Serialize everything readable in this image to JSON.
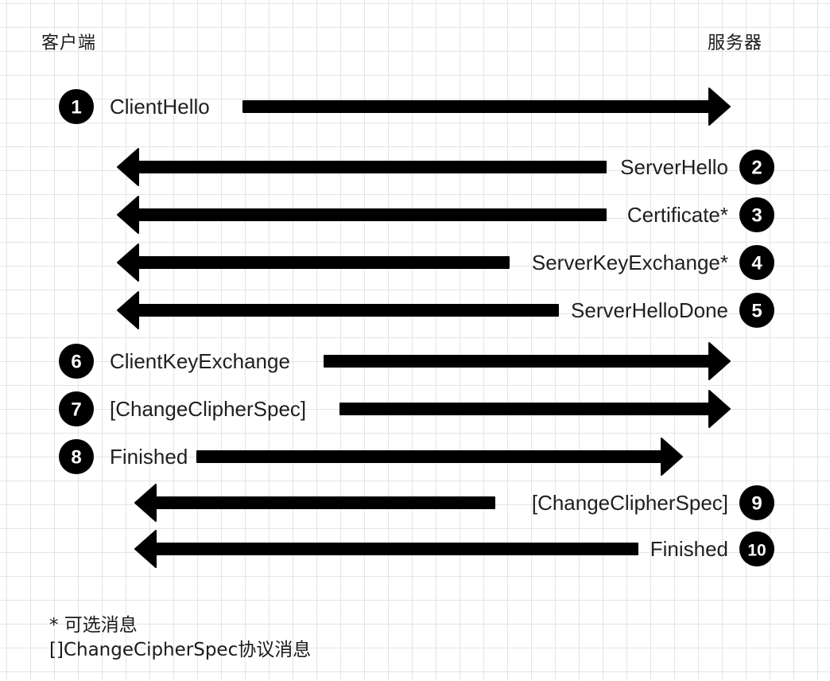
{
  "header": {
    "client": "客户端",
    "server": "服务器"
  },
  "messages": [
    {
      "step": "1",
      "label": "ClientHello",
      "direction": "client-to-server"
    },
    {
      "step": "2",
      "label": "ServerHello",
      "direction": "server-to-client"
    },
    {
      "step": "3",
      "label": "Certificate*",
      "direction": "server-to-client"
    },
    {
      "step": "4",
      "label": "ServerKeyExchange*",
      "direction": "server-to-client"
    },
    {
      "step": "5",
      "label": "ServerHelloDone",
      "direction": "server-to-client"
    },
    {
      "step": "6",
      "label": "ClientKeyExchange",
      "direction": "client-to-server"
    },
    {
      "step": "7",
      "label": "[ChangeClipherSpec]",
      "direction": "client-to-server"
    },
    {
      "step": "8",
      "label": "Finished",
      "direction": "client-to-server"
    },
    {
      "step": "9",
      "label": "[ChangeClipherSpec]",
      "direction": "server-to-client"
    },
    {
      "step": "10",
      "label": "Finished",
      "direction": "server-to-client"
    }
  ],
  "notes": {
    "optional": "* 可选消息",
    "change_cipher": "[]ChangeCipherSpec协议消息"
  },
  "colors": {
    "arrow": "#000000",
    "badge": "#000000",
    "grid": "#e4e4e4"
  }
}
